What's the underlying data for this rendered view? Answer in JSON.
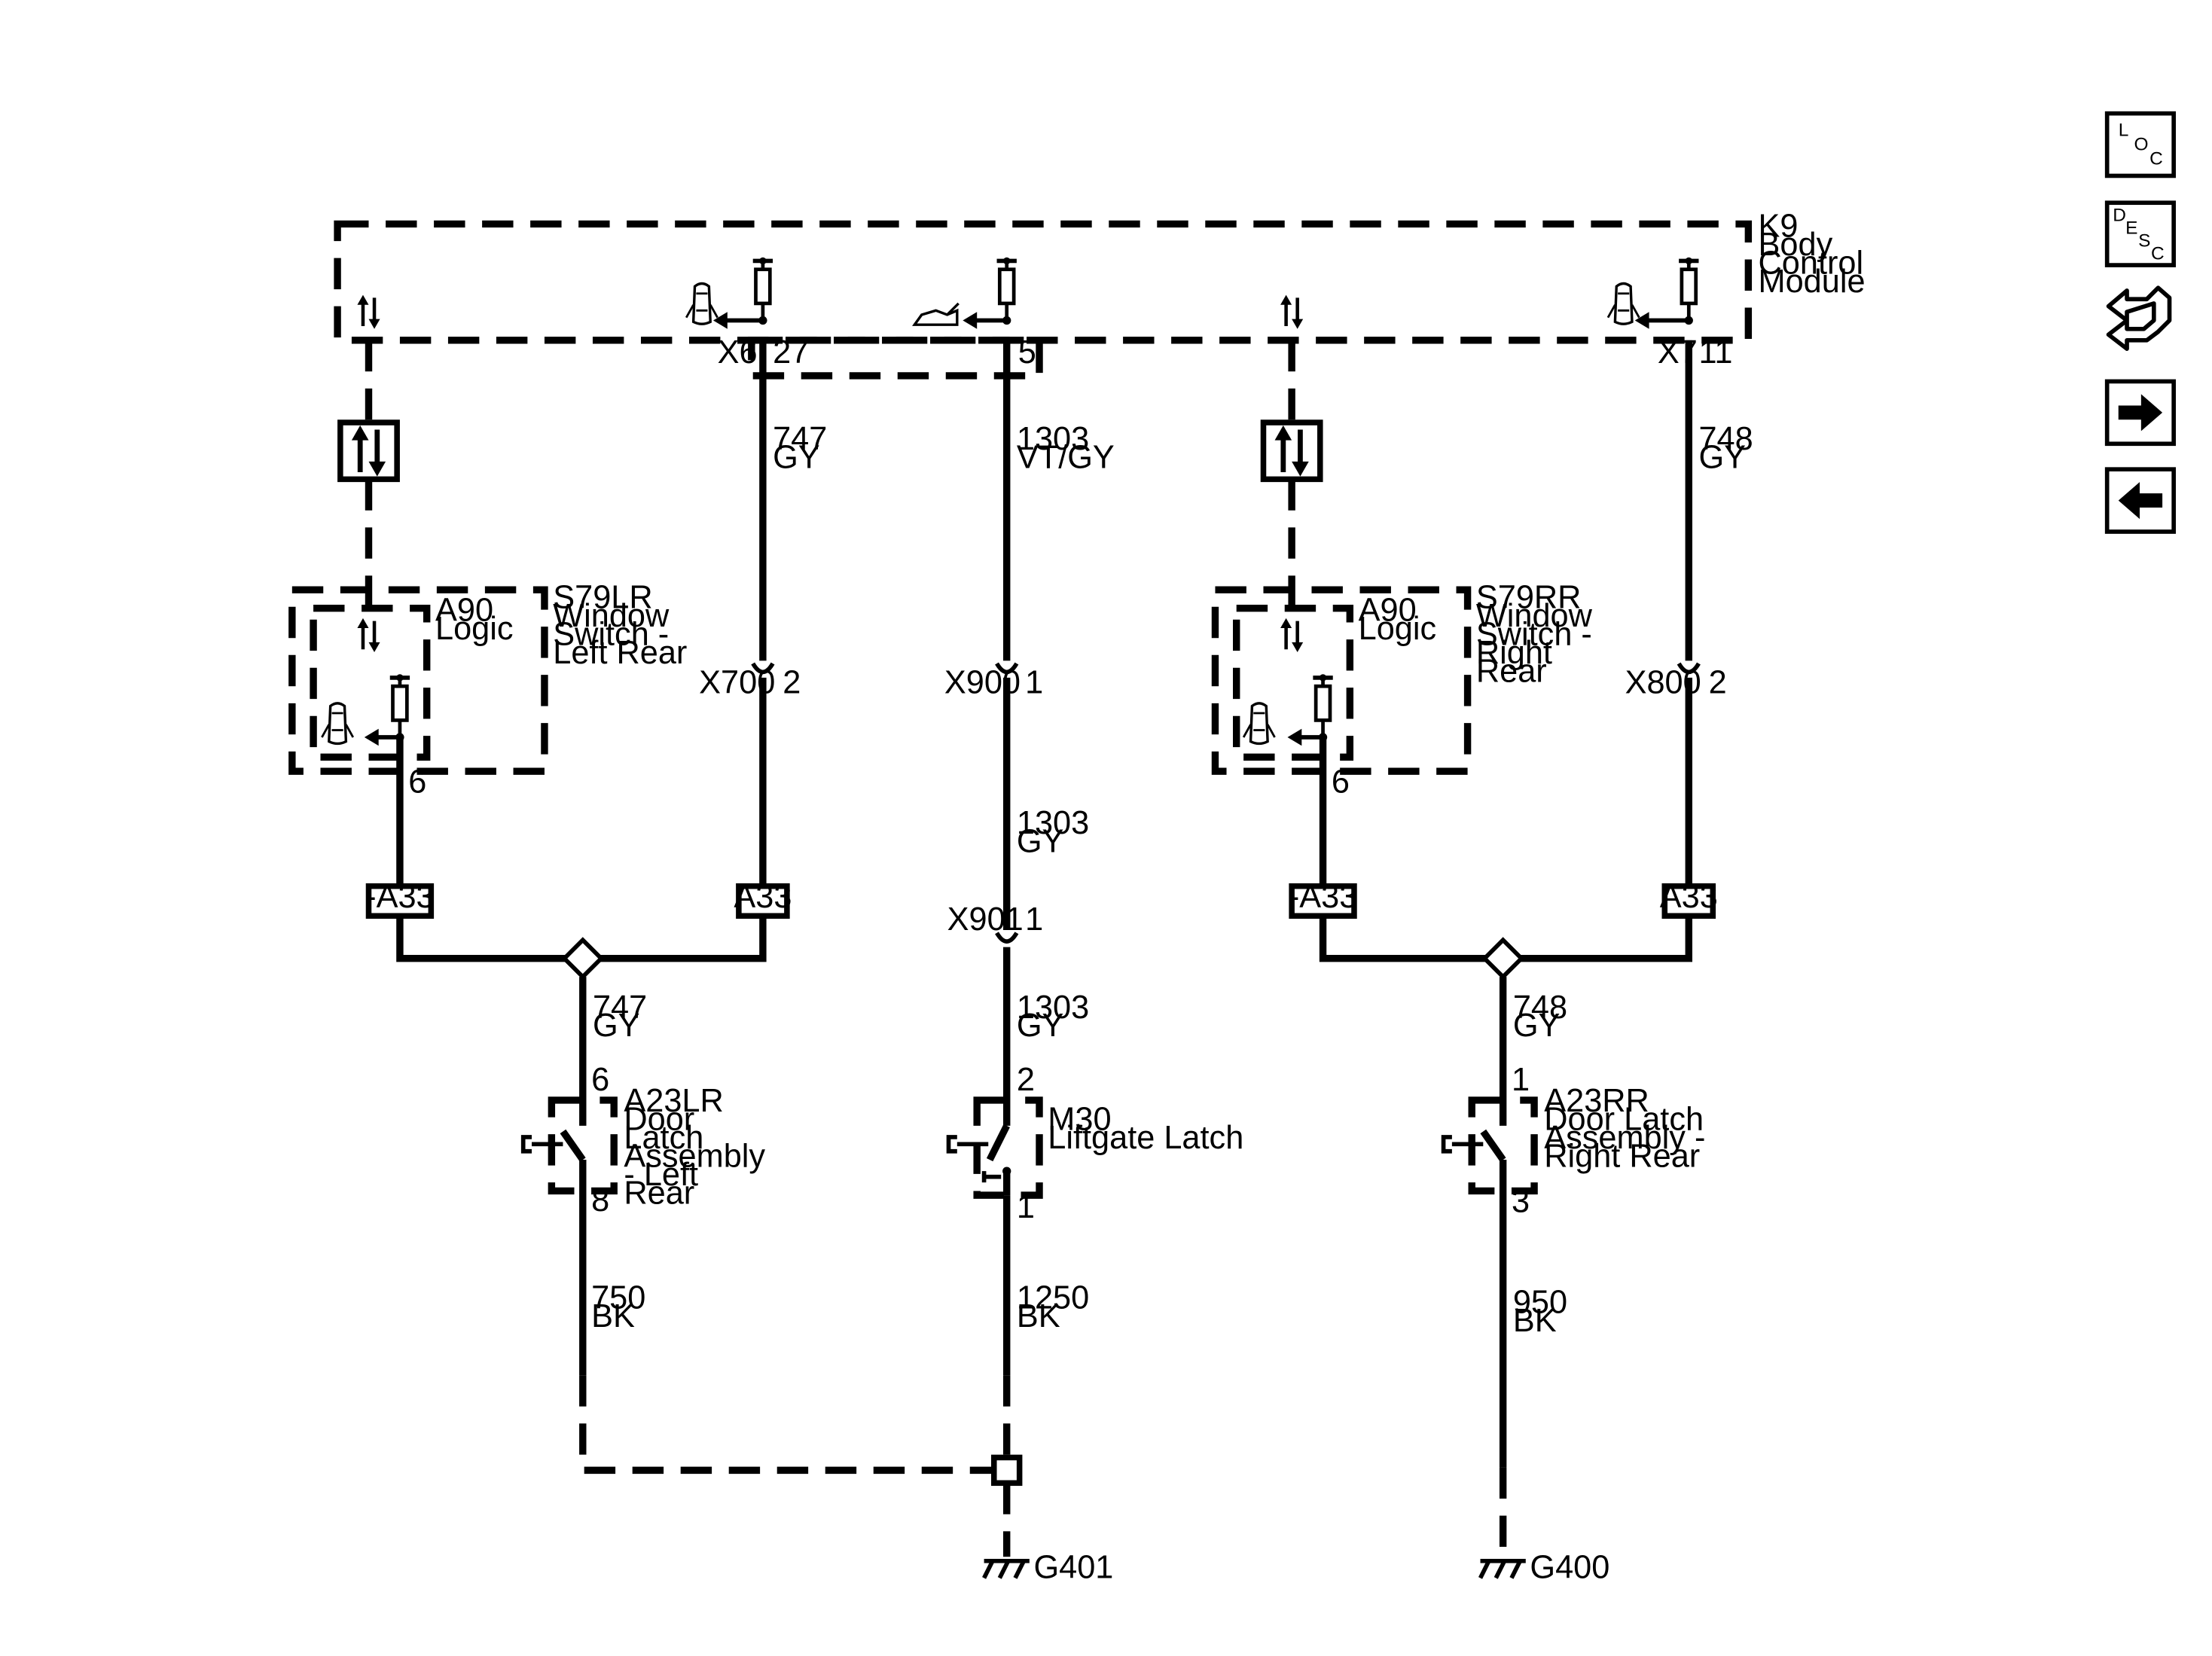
{
  "modules": {
    "k9": {
      "id": "K9",
      "name_lines": [
        "Body",
        "Control",
        "Module"
      ]
    },
    "s79lr": {
      "id": "S79LR",
      "name_lines": [
        "Window",
        "Switch -",
        "Left Rear"
      ],
      "logic_id": "A90",
      "logic_name": "Logic",
      "pin": "6"
    },
    "s79rr": {
      "id": "S79RR",
      "name_lines": [
        "Window",
        "Switch -",
        "Right",
        "Rear"
      ],
      "logic_id": "A90",
      "logic_name": "Logic",
      "pin": "6"
    },
    "a23lr": {
      "id": "A23LR",
      "name_lines": [
        "Door",
        "Latch",
        "Assembly",
        "- Left",
        "Rear"
      ],
      "pin_top": "6",
      "pin_bottom": "8"
    },
    "m30": {
      "id": "M30",
      "name_lines": [
        "Liftgate Latch"
      ],
      "pin_top": "2",
      "pin_bottom": "1"
    },
    "a23rr": {
      "id": "A23RR",
      "name_lines": [
        "Door Latch",
        "Assembly -",
        "Right Rear"
      ],
      "pin_top": "1",
      "pin_bottom": "3"
    }
  },
  "connectors": {
    "k9_left": {
      "id": "X6",
      "pin": "27"
    },
    "k9_mid": {
      "pin": "5"
    },
    "k9_right": {
      "id": "X7",
      "pin": "11"
    },
    "x700": {
      "id": "X700",
      "pin": "2"
    },
    "x900": {
      "id": "X900",
      "pin": "1"
    },
    "x901": {
      "id": "X901",
      "pin": "1"
    },
    "x800": {
      "id": "X800",
      "pin": "2"
    }
  },
  "wires": {
    "w747_top": {
      "circuit": "747",
      "color": "GY"
    },
    "w1303_top": {
      "circuit": "1303",
      "color": "VT/GY"
    },
    "w748_top": {
      "circuit": "748",
      "color": "GY"
    },
    "w1303_mid": {
      "circuit": "1303",
      "color": "GY"
    },
    "w747_bot": {
      "circuit": "747",
      "color": "GY"
    },
    "w1303_bot": {
      "circuit": "1303",
      "color": "GY"
    },
    "w748_bot": {
      "circuit": "748",
      "color": "GY"
    },
    "w750": {
      "circuit": "750",
      "color": "BK"
    },
    "w1250": {
      "circuit": "1250",
      "color": "BK"
    },
    "w950": {
      "circuit": "950",
      "color": "BK"
    }
  },
  "options": {
    "left_neg": "-A33",
    "left_pos": "A33",
    "right_neg": "-A33",
    "right_pos": "A33"
  },
  "grounds": {
    "g401": "G401",
    "g400": "G400"
  },
  "nav": {
    "loc": [
      "L",
      "O",
      "C"
    ],
    "desc": [
      "D",
      "E",
      "S",
      "C"
    ]
  }
}
